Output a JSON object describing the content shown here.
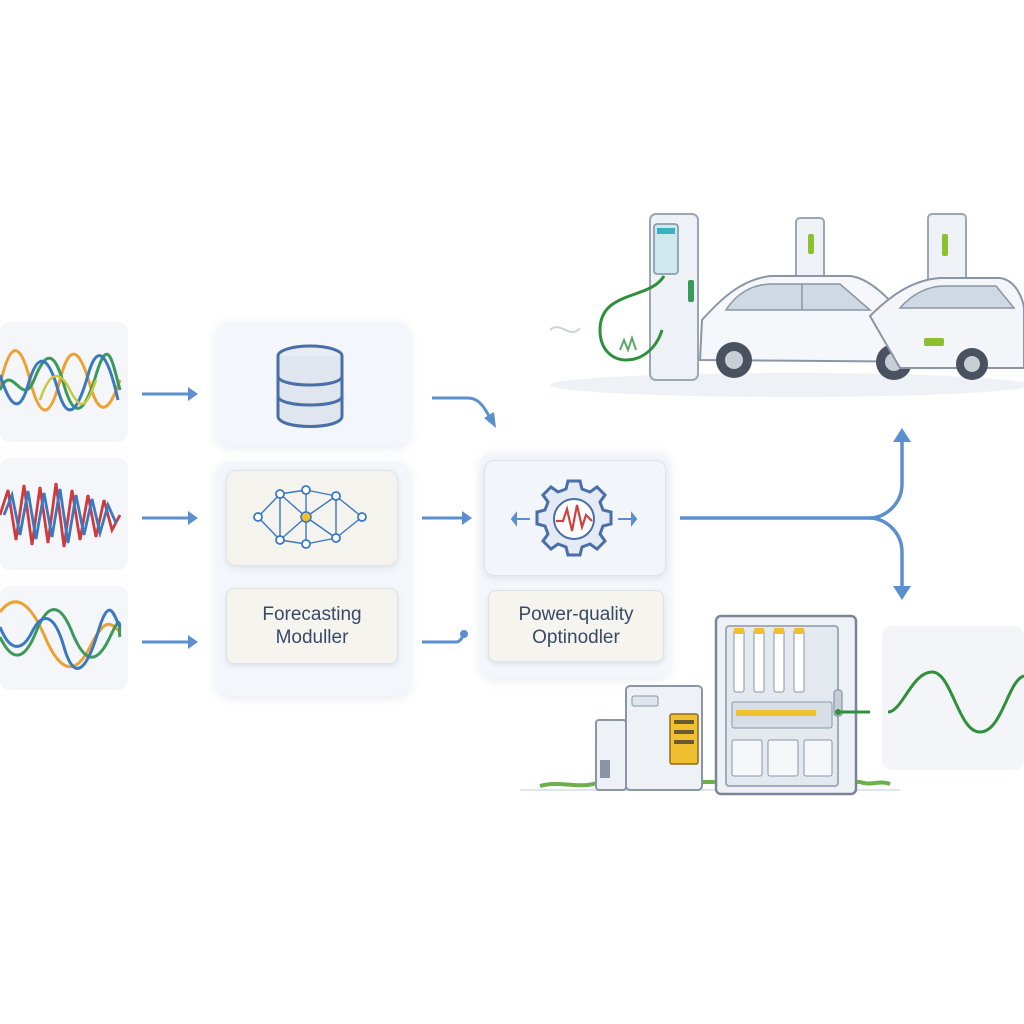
{
  "forecasting_module": {
    "line1": "Forecasting",
    "line2": "Moduller"
  },
  "optimizer_module": {
    "line1": "Power-quality",
    "line2": "Optinodler"
  },
  "colors": {
    "arrow": "#5b8fd0",
    "wave_orange": "#f0a030",
    "wave_green": "#3a9a5a",
    "wave_blue": "#3a78c0",
    "wave_red": "#d03a3a",
    "grid_green": "#2f8f3a",
    "icon_blue": "#4a6fa8"
  },
  "icons": [
    "database-icon",
    "neural-network-icon",
    "gear-waveform-icon",
    "ev-charger-icon",
    "car-icon",
    "electrical-cabinet-icon",
    "sine-wave-icon"
  ]
}
